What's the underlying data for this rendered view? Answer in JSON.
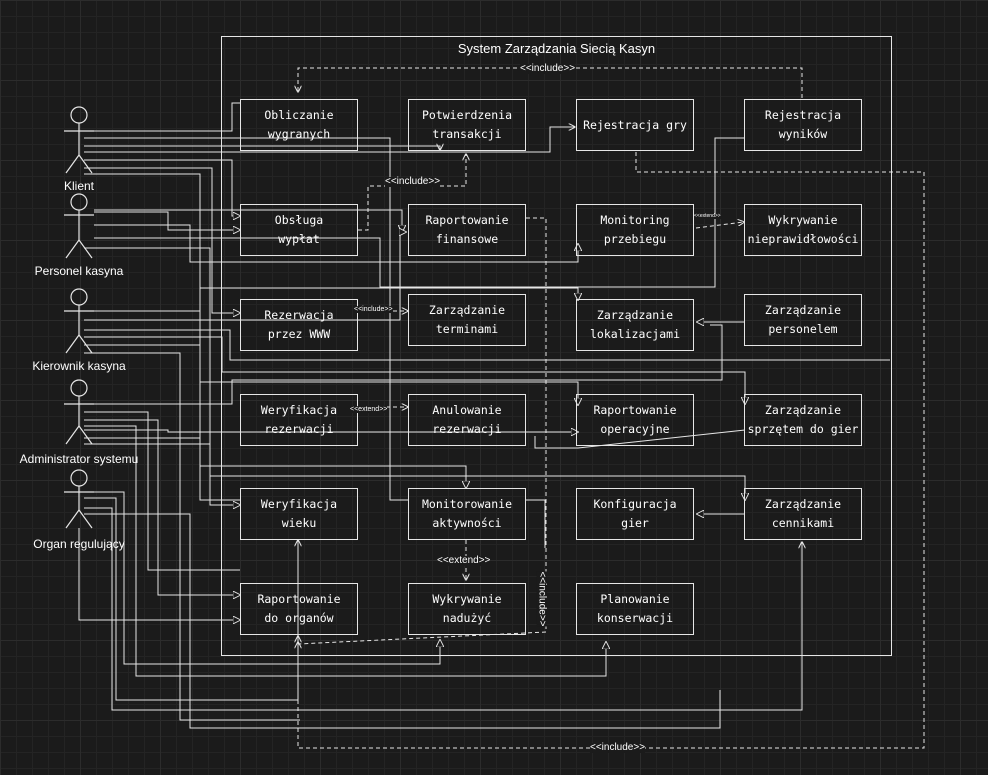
{
  "system": {
    "title": "System Zarządzania Siecią Kasyn"
  },
  "actors": [
    {
      "id": "klient",
      "label": "Klient"
    },
    {
      "id": "personel",
      "label": "Personel kasyna"
    },
    {
      "id": "kierownik",
      "label": "Kierownik kasyna"
    },
    {
      "id": "admin",
      "label": "Administrator systemu"
    },
    {
      "id": "organ",
      "label": "Organ regulujący"
    }
  ],
  "use_cases": {
    "obliczanie": "Obliczanie\nwygranych",
    "potwierdzenia": "Potwierdzenia\ntransakcji",
    "rejestracja_gry": "Rejestracja gry",
    "rejestracja_wynikow": "Rejestracja\nwyników",
    "obsluga": "Obsługa\nwypłat",
    "raportowanie_fin": "Raportowanie\nfinansowe",
    "monitoring": "Monitoring\nprzebiegu",
    "wykrywanie_niepr": "Wykrywanie\nnieprawidłowości",
    "rezerwacja_www": "Rezerwacja\nprzez WWW",
    "zarzadzanie_term": "Zarządzanie\nterminami",
    "zarzadzanie_lok": "Zarządzanie\nlokalizacjami",
    "zarzadzanie_pers": "Zarządzanie\npersonelem",
    "weryfikacja_rez": "Weryfikacja\nrezerwacji",
    "anulowanie": "Anulowanie\nrezerwacji",
    "raportowanie_oper": "Raportowanie\noperacyjne",
    "zarzadzanie_sprz": "Zarządzanie\nsprzętem do gier",
    "weryfikacja_wieku": "Weryfikacja wieku",
    "monitorowanie_akt": "Monitorowanie\naktywności",
    "konfiguracja": "Konfiguracja\ngier",
    "zarzadzanie_cen": "Zarządzanie\ncennikami",
    "raportowanie_org": "Raportowanie\ndo organów",
    "wykrywanie_nad": "Wykrywanie\nnadużyć",
    "planowanie": "Planowanie\nkonserwacji"
  },
  "relations": {
    "include_top": "<<include>>",
    "include_mid": "<<include>>",
    "include_www": "<<include>>",
    "extend_monitoring": "<<extend>>",
    "extend_weryfikacja": "<<extend>>",
    "extend_monitorowanie": "<<extend>>",
    "include_vertical": "<<include>>",
    "include_bottom": "<<include>>"
  },
  "colors": {
    "background": "#1b1b1b",
    "line": "#e6e6e6",
    "text": "#ffffff"
  }
}
